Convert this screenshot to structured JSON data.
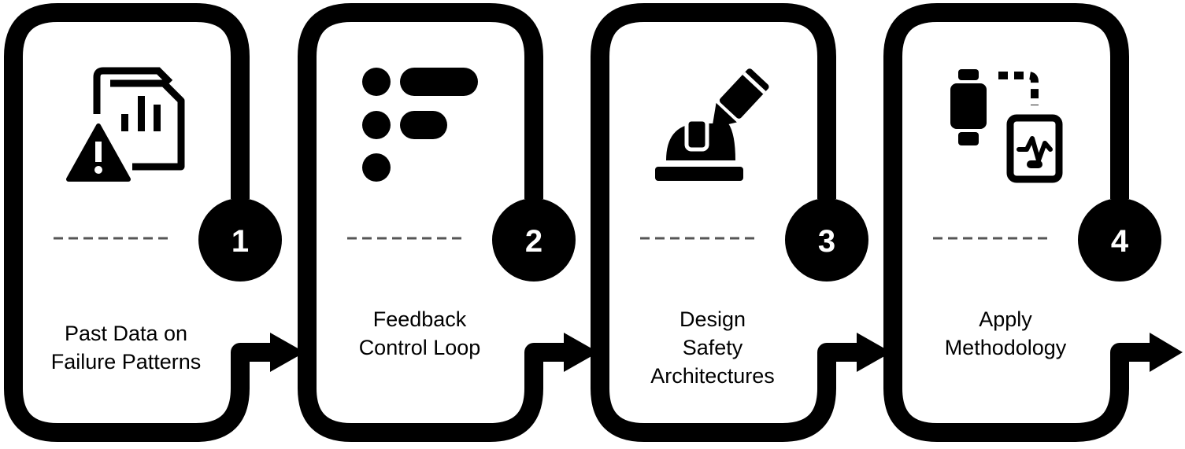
{
  "colors": {
    "frame": "#000000",
    "background": "#ffffff",
    "number_text": "#ffffff"
  },
  "steps": [
    {
      "number": "1",
      "label": "Past Data on\nFailure Patterns",
      "icon": "data-report-warning-icon"
    },
    {
      "number": "2",
      "label": "Feedback\nControl Loop",
      "icon": "feedback-list-icon"
    },
    {
      "number": "3",
      "label": "Design\nSafety\nArchitectures",
      "icon": "hardhat-pencil-icon"
    },
    {
      "number": "4",
      "label": "Apply\nMethodology",
      "icon": "watch-phone-connect-icon"
    }
  ]
}
